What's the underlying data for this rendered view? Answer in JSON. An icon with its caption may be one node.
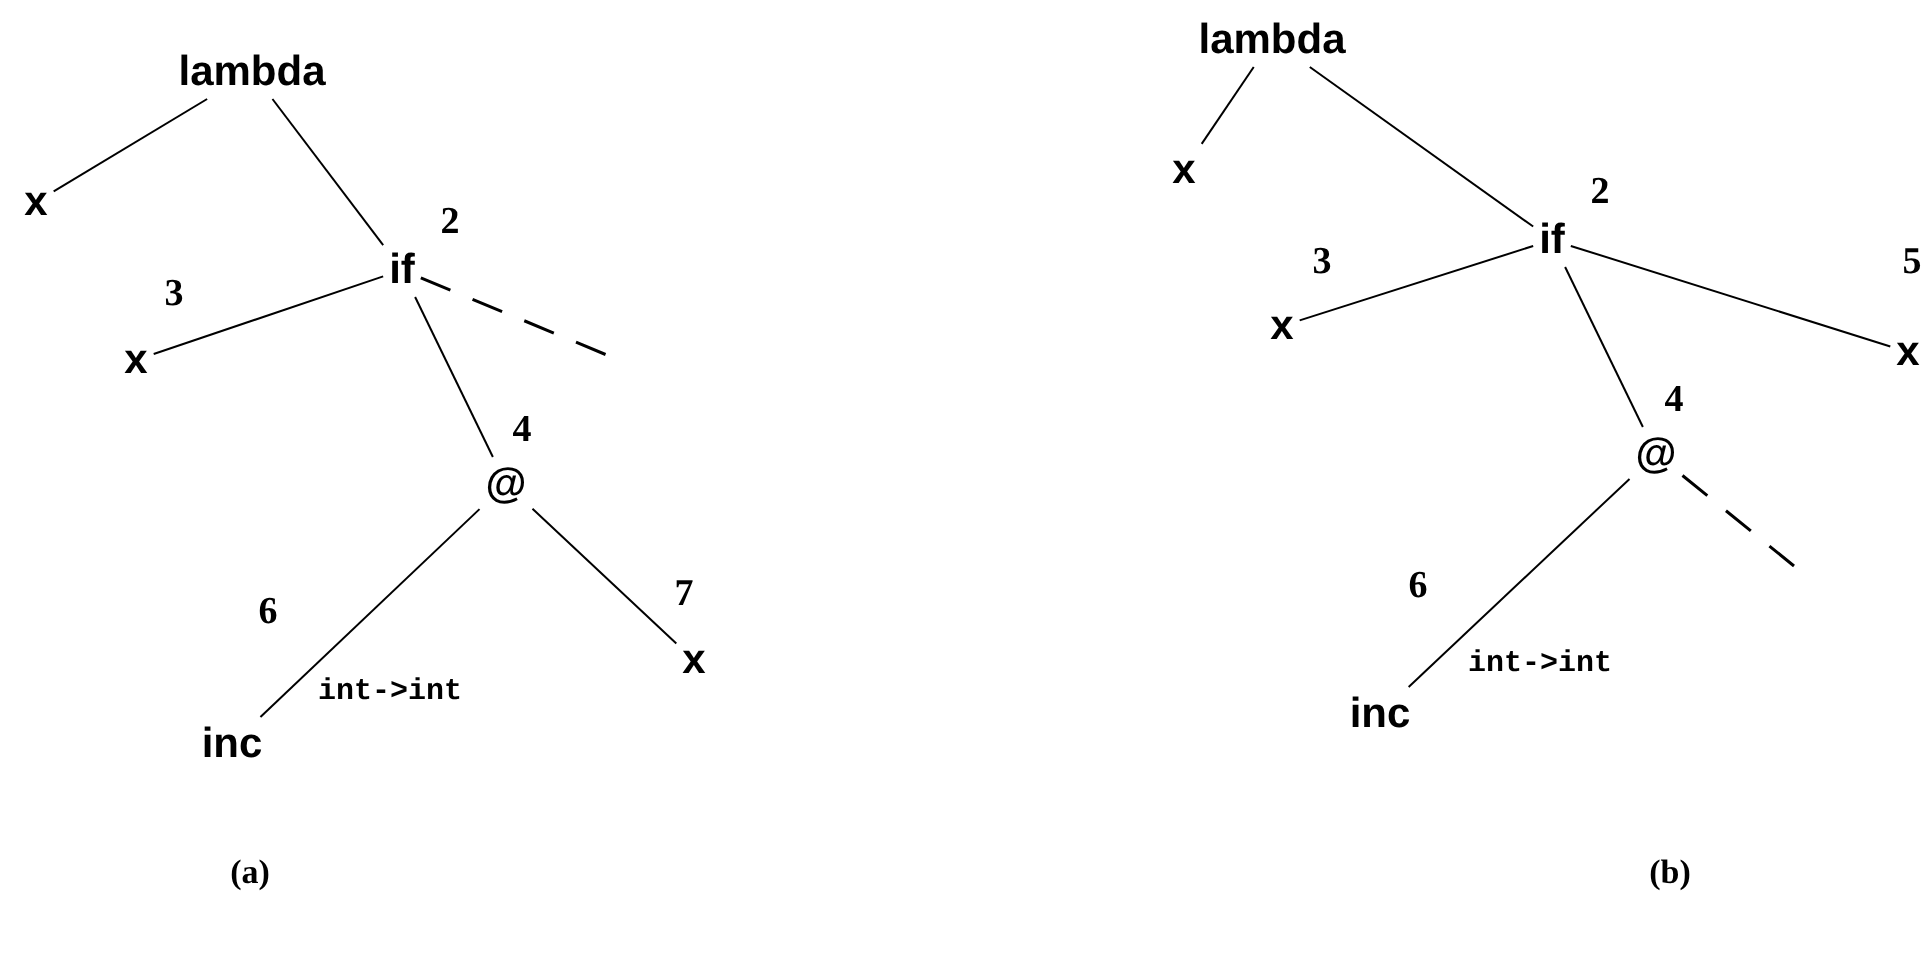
{
  "diagram": {
    "nodes": [
      {
        "text": [
          "lambda"
        ]
      },
      {
        "text": [
          "x"
        ]
      },
      {
        "text": [
          "if"
        ],
        "beside": [
          "2"
        ]
      },
      {
        "text": [
          "x"
        ],
        "beside": [
          "3"
        ]
      },
      {
        "text": [
          "@"
        ],
        "beside": [
          "4"
        ]
      },
      {
        "text": [
          "inc"
        ],
        "beside": [
          "6",
          "int->int"
        ]
      },
      {
        "text": [
          "x"
        ],
        "beside": [
          "7"
        ]
      },
      {
        "text": [
          "lambda"
        ]
      },
      {
        "text": [
          "x"
        ]
      },
      {
        "text": [
          "if"
        ],
        "beside": [
          "2"
        ]
      },
      {
        "text": [
          "x"
        ],
        "beside": [
          "3"
        ]
      },
      {
        "text": [
          "x"
        ],
        "beside": [
          "5"
        ]
      },
      {
        "text": [
          "@"
        ],
        "beside": [
          "4"
        ]
      },
      {
        "text": [
          "inc"
        ],
        "beside": [
          "6",
          "int->int"
        ]
      }
    ],
    "edges": [
      {
        "from": 0,
        "to": 1,
        "arrow": "none"
      },
      {
        "from": 0,
        "to": 2,
        "arrow": "none"
      },
      {
        "from": 2,
        "to": 3,
        "arrow": "none"
      },
      {
        "from": 2,
        "to": null,
        "arrow": "none",
        "style": "dashed"
      },
      {
        "from": 2,
        "to": 4,
        "arrow": "none"
      },
      {
        "from": 4,
        "to": 5,
        "arrow": "none"
      },
      {
        "from": 4,
        "to": 6,
        "arrow": "none"
      },
      {
        "from": 7,
        "to": 8,
        "arrow": "none"
      },
      {
        "from": 7,
        "to": 9,
        "arrow": "none"
      },
      {
        "from": 9,
        "to": 10,
        "arrow": "none"
      },
      {
        "from": 9,
        "to": 11,
        "arrow": "none"
      },
      {
        "from": 9,
        "to": 12,
        "arrow": "none"
      },
      {
        "from": 12,
        "to": 13,
        "arrow": "none"
      },
      {
        "from": 12,
        "to": null,
        "arrow": "none",
        "style": "dashed"
      }
    ],
    "labels": [
      "(a)",
      "(b)"
    ]
  }
}
